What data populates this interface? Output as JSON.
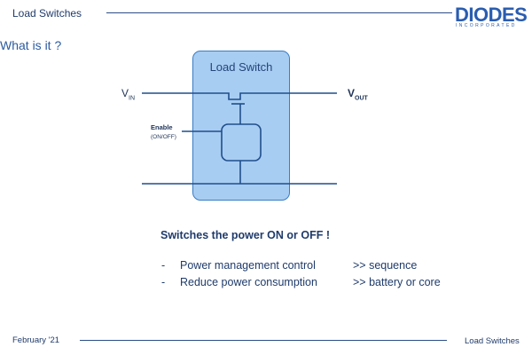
{
  "header": {
    "title": "Load Switches",
    "logo_text": "DIODES",
    "logo_subtext": "INCORPORATED"
  },
  "question": "What is it ?",
  "diagram": {
    "box_label": "Load Switch",
    "vin_main": "V",
    "vin_sub": "IN",
    "vout_main": "V",
    "vout_sub": "OUT",
    "enable_label": "Enable",
    "enable_sub": "(ON/OFF)",
    "colors": {
      "box_fill": "#a8cdf2",
      "box_stroke": "#3a7dc5",
      "wire": "#1f4e8c"
    }
  },
  "headline": "Switches the power ON or OFF !",
  "bullets": [
    {
      "dash": "-",
      "text": "Power management control",
      "note": ">> sequence"
    },
    {
      "dash": "-",
      "text": "Reduce power consumption",
      "note": ">> battery or core"
    }
  ],
  "footer": {
    "date": "February '21",
    "title": "Load Switches"
  }
}
